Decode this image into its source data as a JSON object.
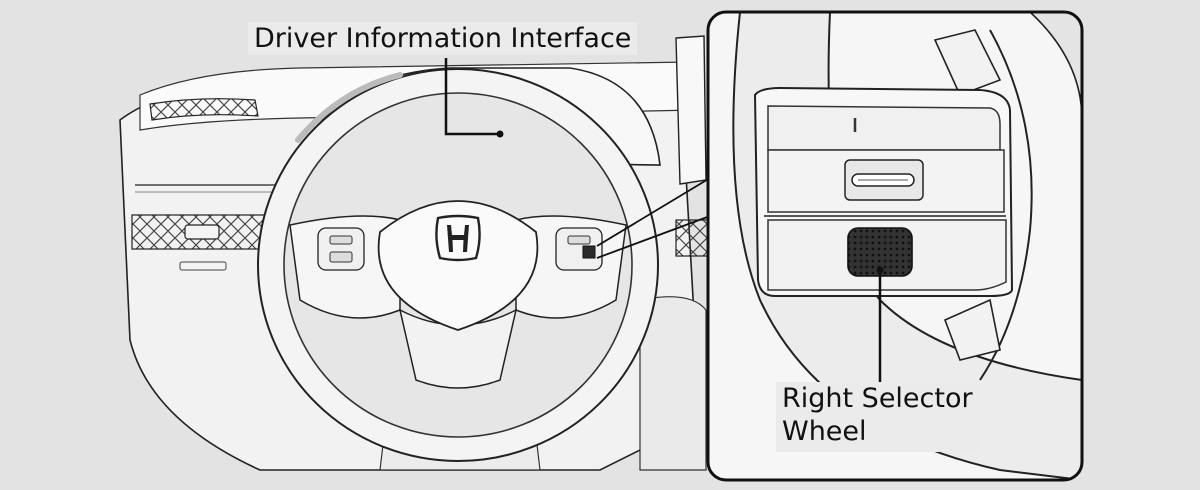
{
  "labels": {
    "driver_information_interface": "Driver Information Interface",
    "right_selector_wheel_line1": "Right Selector",
    "right_selector_wheel_line2": "Wheel"
  },
  "logo": "honda-h-logo",
  "colors": {
    "background": "#e3e3e3",
    "line": "#111111",
    "panel": "#f6f6f6",
    "display": "#6a6a6a",
    "selector_wheel": "#2a2a2a"
  }
}
